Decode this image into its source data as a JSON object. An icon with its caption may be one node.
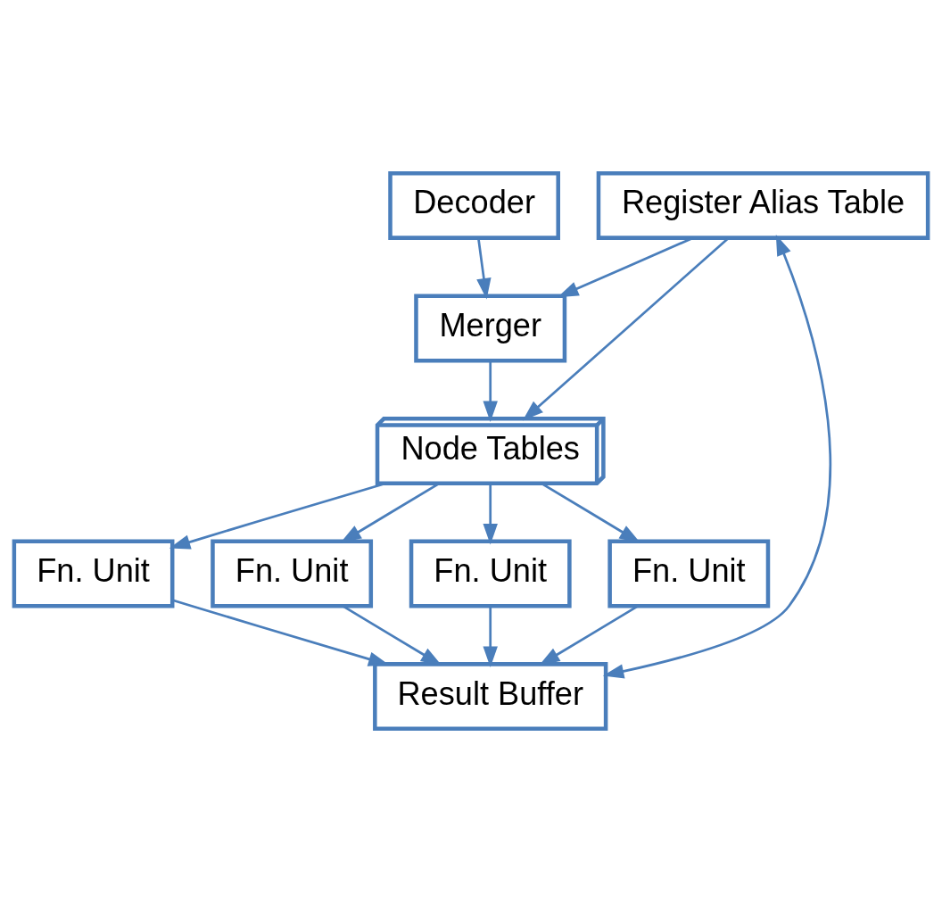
{
  "diagram": {
    "nodes": [
      {
        "text": [
          "Decoder"
        ]
      },
      {
        "text": [
          "Merger"
        ]
      },
      {
        "text": [
          "Register Alias Table"
        ]
      },
      {
        "text": [
          "Result Buffer"
        ]
      },
      {
        "text": [
          "Node Tables"
        ]
      },
      {
        "text": [
          "Fn. Unit"
        ]
      },
      {
        "text": [
          "Fn. Unit"
        ]
      },
      {
        "text": [
          "Fn. Unit"
        ]
      },
      {
        "text": [
          "Fn. Unit"
        ]
      }
    ],
    "edges": [
      {
        "from": 0,
        "to": 1,
        "arrow": "to"
      },
      {
        "from": 2,
        "to": 1,
        "arrow": "to"
      },
      {
        "from": 1,
        "to": 4,
        "arrow": "to"
      },
      {
        "from": 2,
        "to": 4,
        "arrow": "to"
      },
      {
        "from": 4,
        "to": 5,
        "arrow": "to"
      },
      {
        "from": 4,
        "to": 6,
        "arrow": "to"
      },
      {
        "from": 4,
        "to": 7,
        "arrow": "to"
      },
      {
        "from": 4,
        "to": 8,
        "arrow": "to"
      },
      {
        "from": 5,
        "to": 3,
        "arrow": "to"
      },
      {
        "from": 6,
        "to": 3,
        "arrow": "to"
      },
      {
        "from": 7,
        "to": 3,
        "arrow": "to"
      },
      {
        "from": 8,
        "to": 3,
        "arrow": "to"
      },
      {
        "from": 2,
        "to": 3,
        "arrow": "both"
      }
    ]
  }
}
